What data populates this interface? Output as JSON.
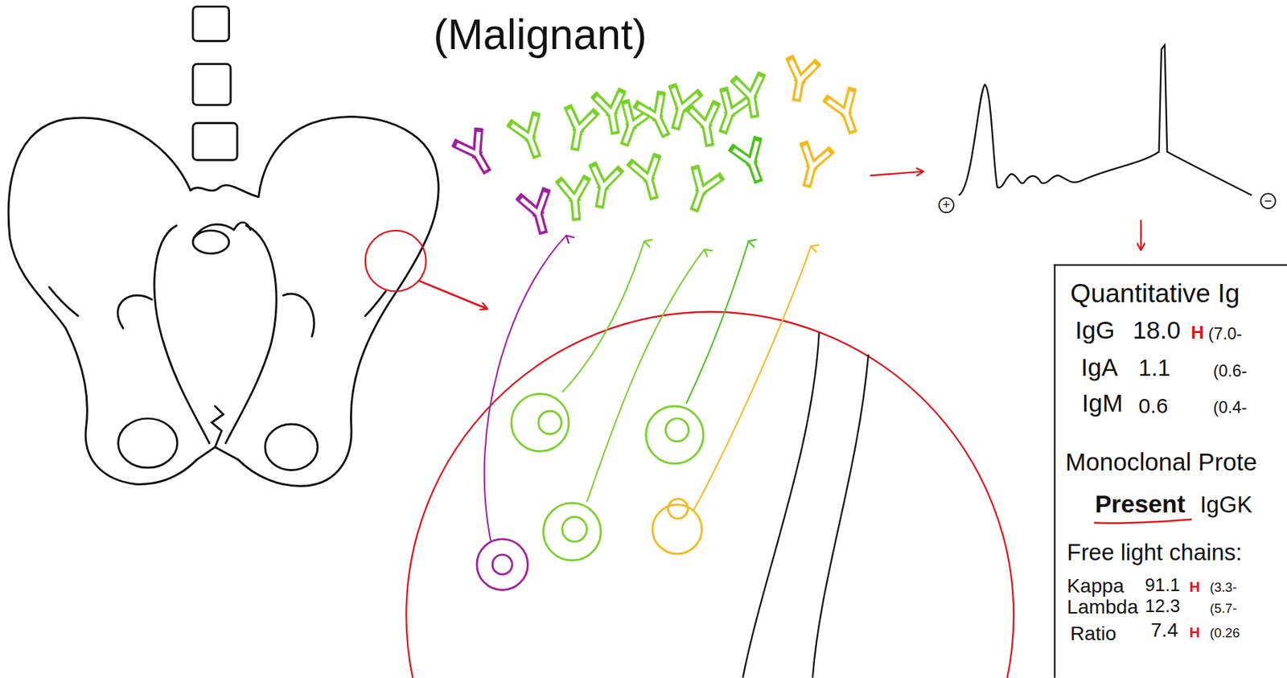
{
  "diagram": {
    "nodes": [
      {
        "text": [
          "+"
        ]
      },
      {
        "text": [
          "−"
        ]
      },
      {
        "text": [
          "Quantitative Ig",
          "IgG",
          "18.0",
          "H",
          "(7.0-",
          "IgA",
          "1.1",
          "(0.6-",
          "IgM",
          "0.6",
          "(0.4-",
          "Monoclonal Prote",
          "Present",
          "IgGK",
          "Free light chains:",
          "Kappa",
          "91.1",
          "H",
          "(3.3-",
          "Lambda",
          "12.3",
          "(5.7-",
          "Ratio",
          "7.4",
          "H",
          "(0.26"
        ]
      }
    ],
    "labels": [
      "(Malignant)"
    ]
  }
}
